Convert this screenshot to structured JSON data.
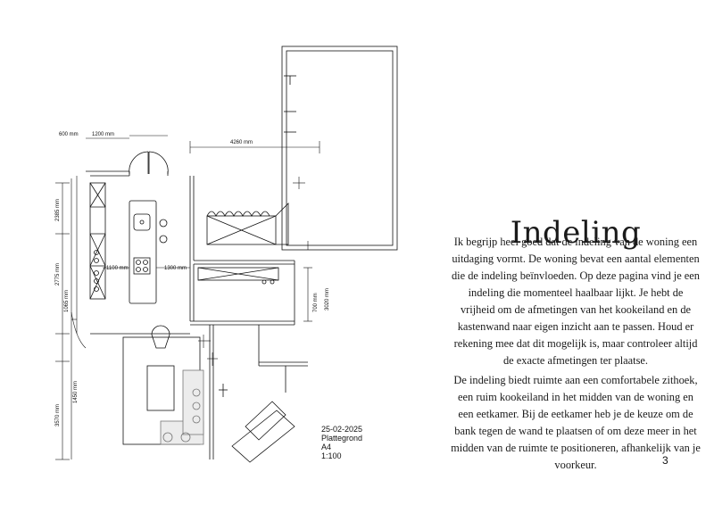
{
  "page": {
    "title": "Indeling",
    "paragraph_1": "Ik begrijp heel goed dat de indeling van de woning een uitdaging vormt. De woning bevat een aantal elementen die de indeling beïnvloeden. Op deze pagina vind je een indeling die momenteel haalbaar lijkt. Je hebt de vrijheid om de afmetingen van het kookeiland en de kastenwand naar eigen inzicht aan te passen. Houd er rekening mee dat dit mogelijk is, maar controleer altijd de exacte afmetingen ter plaatse.",
    "paragraph_2": "De indeling biedt ruimte aan een comfortabele zithoek, een ruim kookeiland in het midden van de woning en een eetkamer. Bij de eetkamer heb je de keuze om de bank tegen de wand te plaatsen of om deze meer in het midden van de ruimte te positioneren, afhankelijk van je voorkeur.",
    "page_number": "3"
  },
  "drawing": {
    "date": "25-02-2025",
    "name": "Plattegrond",
    "paper": "A4",
    "scale": "1:100",
    "dimensions": {
      "d600": "600 mm",
      "d1200": "1200 mm",
      "d4260": "4260 mm",
      "d2385": "2385 mm",
      "d2775": "2775 mm",
      "d1065": "1065 mm",
      "d1100": "1100 mm",
      "d1300": "1300 mm",
      "d700": "700 mm",
      "d3020": "3020 mm",
      "d1450": "1450 mm",
      "d3570": "3570 mm"
    }
  }
}
